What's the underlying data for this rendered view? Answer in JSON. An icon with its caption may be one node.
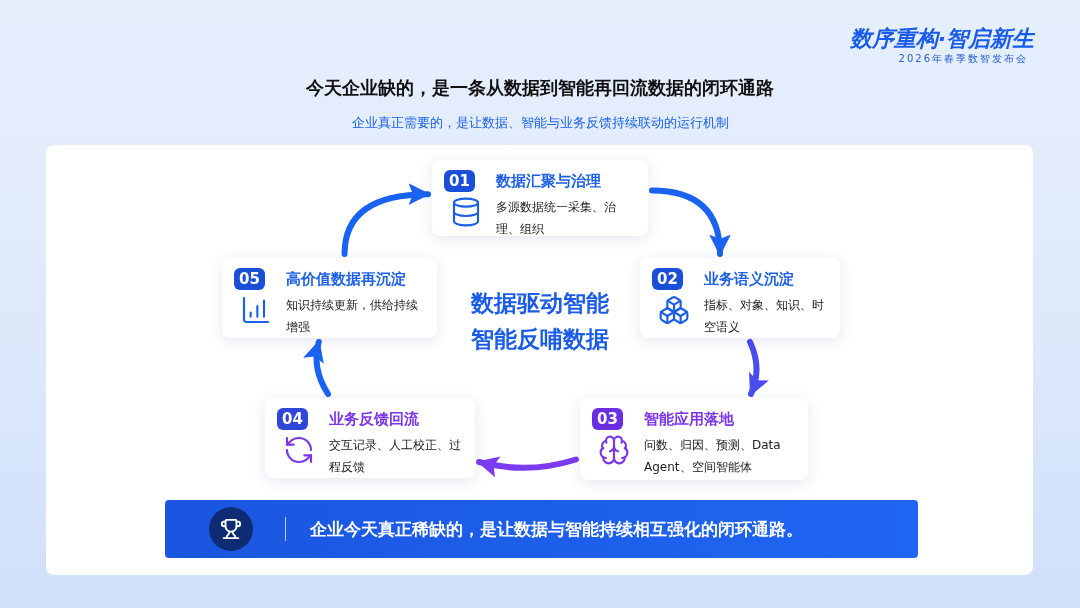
{
  "diagram": {
    "title": "今天企业缺的，是一条从数据到智能再回流数据的闭环通路",
    "nodes": [
      {
        "text": [
          "01",
          "数据汇聚与治理",
          "多源数据统一采集、治理、组织"
        ]
      },
      {
        "text": [
          "02",
          "业务语义沉淀",
          "指标、对象、知识、时空语义"
        ]
      },
      {
        "text": [
          "03",
          "智能应用落地",
          "问数、归因、预测、Data Agent、空间智能体"
        ]
      },
      {
        "text": [
          "04",
          "业务反馈回流",
          "交互记录、人工校正、过程反馈"
        ]
      },
      {
        "text": [
          "05",
          "高价值数据再沉淀",
          "知识持续更新，供给持续增强"
        ]
      }
    ],
    "edges": [
      {
        "from": 0,
        "to": 1,
        "arrow": "to"
      },
      {
        "from": 1,
        "to": 2,
        "arrow": "to",
        "color": "#4a4cf0"
      },
      {
        "from": 2,
        "to": 3,
        "arrow": "to",
        "color": "#7b3cf0"
      },
      {
        "from": 3,
        "to": 4,
        "arrow": "to"
      },
      {
        "from": 4,
        "to": 0,
        "arrow": "to"
      }
    ],
    "labels": [
      "数序重构·智启新生",
      "2026年春季数智发布会",
      "企业真正需要的，是让数据、智能与业务反馈持续联动的运行机制",
      "数据驱动智能",
      "智能反哺数据",
      "企业今天真正稀缺的，是让数据与智能持续相互强化的闭环通路。"
    ]
  }
}
